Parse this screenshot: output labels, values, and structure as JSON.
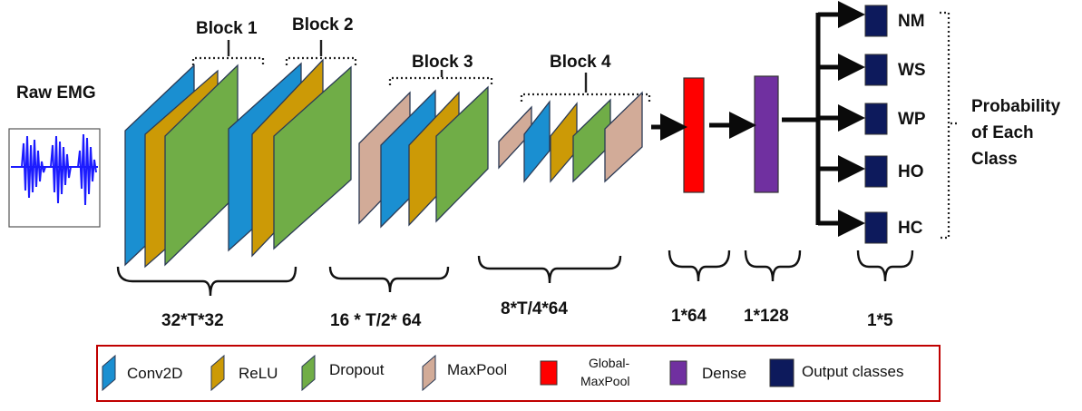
{
  "input_label": "Raw EMG",
  "blocks": [
    "Block 1",
    "Block 2",
    "Block 3",
    "Block 4"
  ],
  "dims": [
    "32*T*32",
    "16 * T/2* 64",
    "8*T/4*64",
    "1*64",
    "1*128",
    "1*5"
  ],
  "classes": [
    "NM",
    "WS",
    "WP",
    "HO",
    "HC"
  ],
  "probability_label": [
    "Probability",
    "of Each",
    "Class"
  ],
  "legend": {
    "conv": "Conv2D",
    "relu": "ReLU",
    "dropout": "Dropout",
    "maxpool": "MaxPool",
    "globalmaxpool": [
      "Global-",
      "MaxPool"
    ],
    "dense": "Dense",
    "output": "Output classes"
  },
  "colors": {
    "conv": "#1a8fd1",
    "relu": "#cc9a06",
    "dropout": "#70ad47",
    "maxpool": "#d2ab98",
    "globalmaxpool": "#ff0000",
    "dense": "#7030a0",
    "output": "#0d1a5c",
    "legend_border": "#c00000"
  }
}
